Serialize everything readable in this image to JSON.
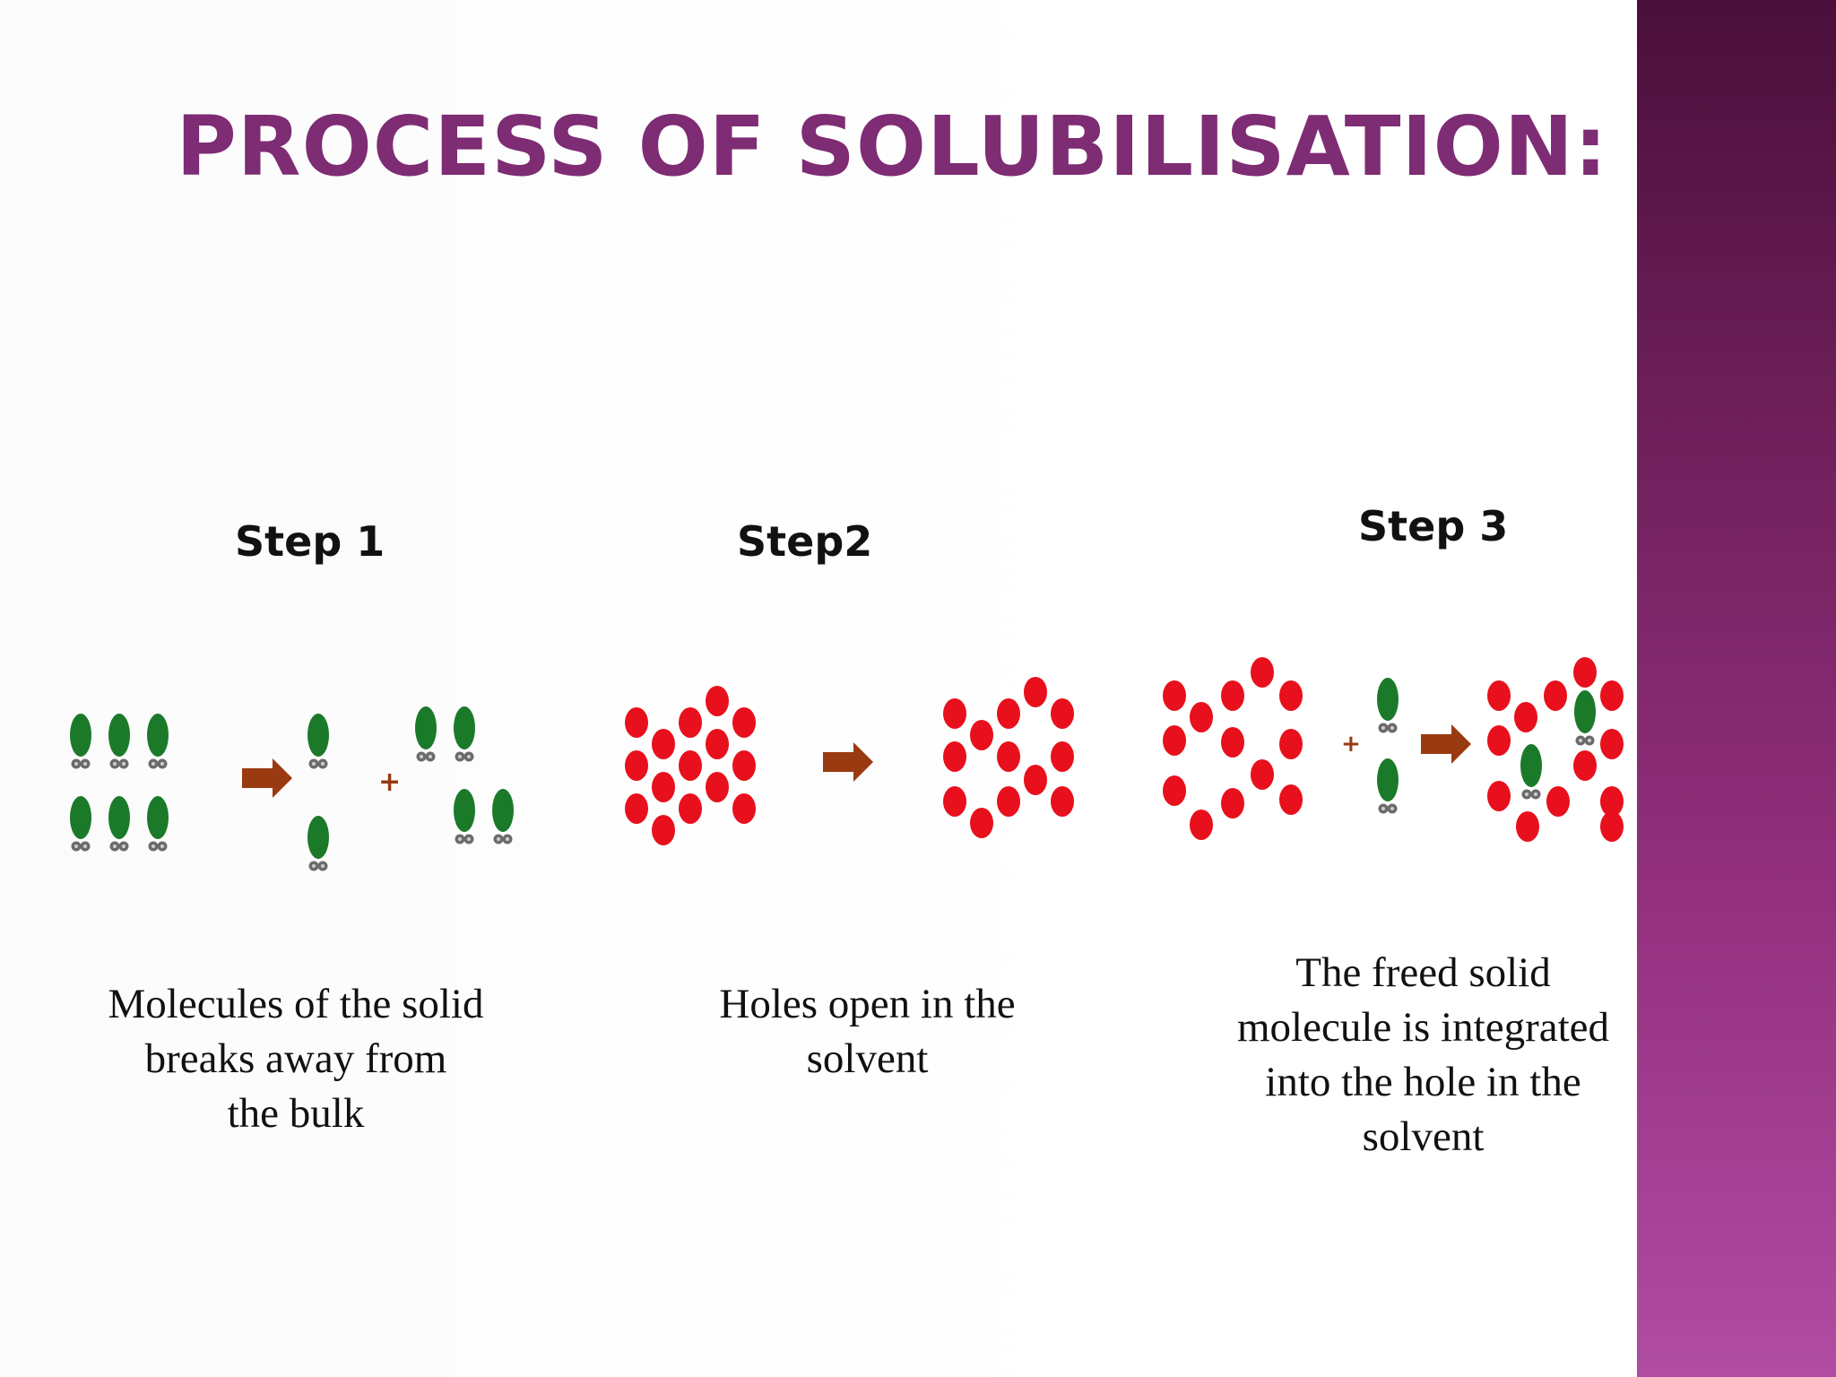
{
  "title": "PROCESS OF SOLUBILISATION:",
  "colors": {
    "title": "#7e2c74",
    "solid_molecule": "#1b7a2a",
    "solvent_molecule": "#e8101c",
    "arrow": "#9a3a10",
    "sidebar_top": "#4a0f3a",
    "sidebar_bottom": "#b04ca3"
  },
  "steps": [
    {
      "label": "Step 1",
      "caption": [
        "Molecules of the solid",
        "breaks  away from",
        "the bulk"
      ]
    },
    {
      "label": "Step2",
      "caption": [
        "Holes open in the",
        "solvent"
      ]
    },
    {
      "label": "Step 3",
      "caption": [
        "The freed solid",
        "molecule is integrated",
        "into the hole in the",
        "solvent"
      ]
    }
  ],
  "symbols": {
    "plus": "+"
  }
}
